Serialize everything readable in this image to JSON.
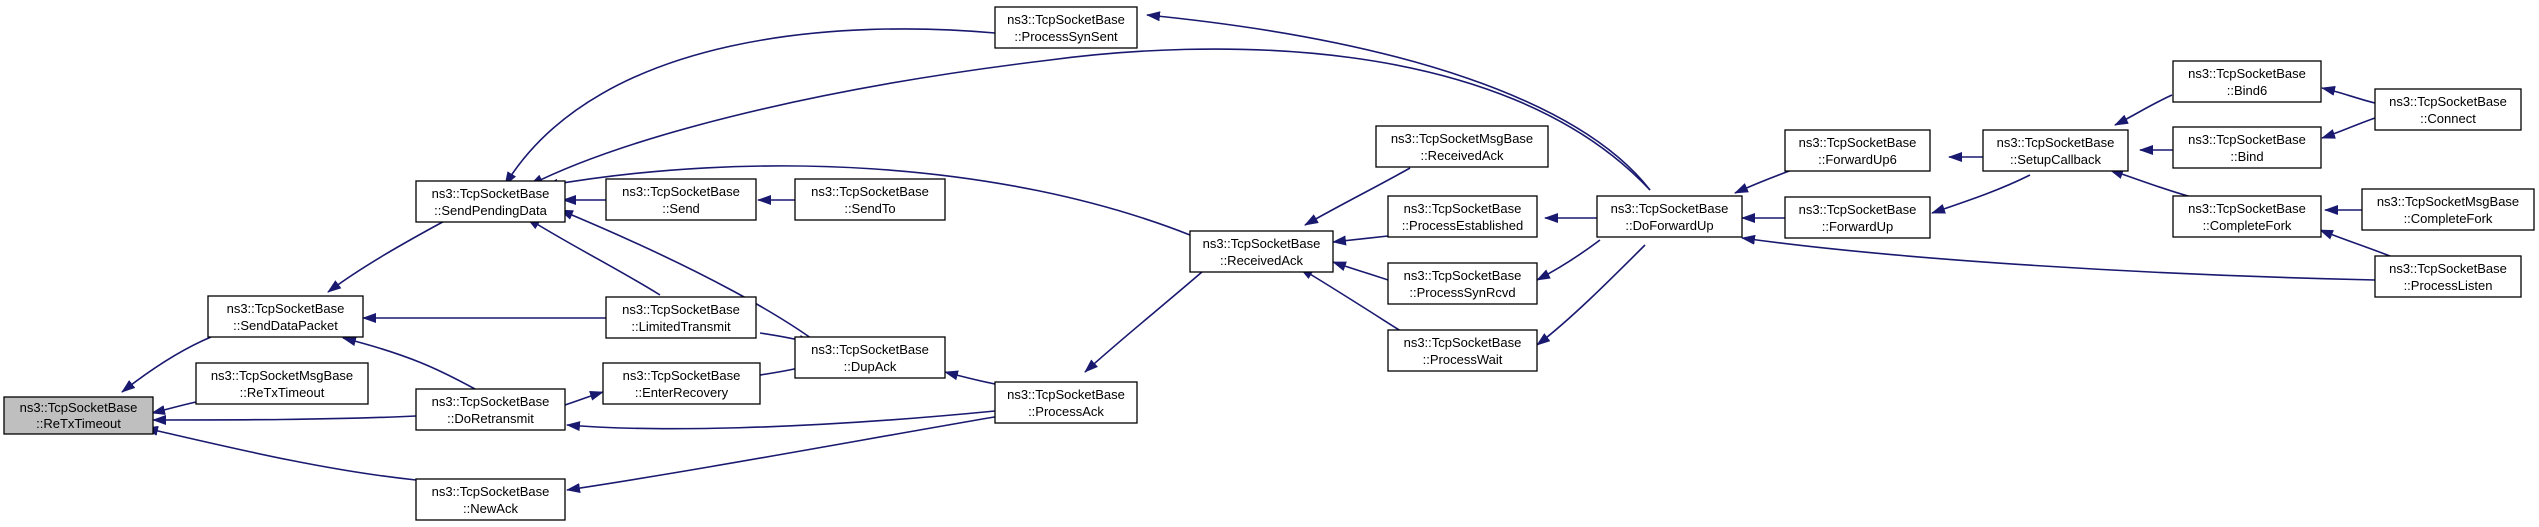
{
  "graph": {
    "edge_color": "#191970",
    "highlight_color": "#bfbfbf",
    "nodes": [
      {
        "id": "retx",
        "lines": [
          "ns3::TcpSocketBase",
          "::ReTxTimeout"
        ],
        "highlight": true
      },
      {
        "id": "senddata",
        "lines": [
          "ns3::TcpSocketBase",
          "::SendDataPacket"
        ]
      },
      {
        "id": "msgretx",
        "lines": [
          "ns3::TcpSocketMsgBase",
          "::ReTxTimeout"
        ]
      },
      {
        "id": "doretx",
        "lines": [
          "ns3::TcpSocketBase",
          "::DoRetransmit"
        ]
      },
      {
        "id": "newack",
        "lines": [
          "ns3::TcpSocketBase",
          "::NewAck"
        ]
      },
      {
        "id": "sendpending",
        "lines": [
          "ns3::TcpSocketBase",
          "::SendPendingData"
        ]
      },
      {
        "id": "send",
        "lines": [
          "ns3::TcpSocketBase",
          "::Send"
        ]
      },
      {
        "id": "sendto",
        "lines": [
          "ns3::TcpSocketBase",
          "::SendTo"
        ]
      },
      {
        "id": "limited",
        "lines": [
          "ns3::TcpSocketBase",
          "::LimitedTransmit"
        ]
      },
      {
        "id": "enterrec",
        "lines": [
          "ns3::TcpSocketBase",
          "::EnterRecovery"
        ]
      },
      {
        "id": "dupack",
        "lines": [
          "ns3::TcpSocketBase",
          "::DupAck"
        ]
      },
      {
        "id": "processack",
        "lines": [
          "ns3::TcpSocketBase",
          "::ProcessAck"
        ]
      },
      {
        "id": "synsent",
        "lines": [
          "ns3::TcpSocketBase",
          "::ProcessSynSent"
        ]
      },
      {
        "id": "recvack",
        "lines": [
          "ns3::TcpSocketBase",
          "::ReceivedAck"
        ]
      },
      {
        "id": "msgrecvack",
        "lines": [
          "ns3::TcpSocketMsgBase",
          "::ReceivedAck"
        ]
      },
      {
        "id": "established",
        "lines": [
          "ns3::TcpSocketBase",
          "::ProcessEstablished"
        ]
      },
      {
        "id": "synrcvd",
        "lines": [
          "ns3::TcpSocketBase",
          "::ProcessSynRcvd"
        ]
      },
      {
        "id": "wait",
        "lines": [
          "ns3::TcpSocketBase",
          "::ProcessWait"
        ]
      },
      {
        "id": "doforward",
        "lines": [
          "ns3::TcpSocketBase",
          "::DoForwardUp"
        ]
      },
      {
        "id": "forwardup6",
        "lines": [
          "ns3::TcpSocketBase",
          "::ForwardUp6"
        ]
      },
      {
        "id": "forwardup",
        "lines": [
          "ns3::TcpSocketBase",
          "::ForwardUp"
        ]
      },
      {
        "id": "setupcb",
        "lines": [
          "ns3::TcpSocketBase",
          "::SetupCallback"
        ]
      },
      {
        "id": "bind6",
        "lines": [
          "ns3::TcpSocketBase",
          "::Bind6"
        ]
      },
      {
        "id": "bind",
        "lines": [
          "ns3::TcpSocketBase",
          "::Bind"
        ]
      },
      {
        "id": "completefork",
        "lines": [
          "ns3::TcpSocketBase",
          "::CompleteFork"
        ]
      },
      {
        "id": "connect",
        "lines": [
          "ns3::TcpSocketBase",
          "::Connect"
        ]
      },
      {
        "id": "msgcomplete",
        "lines": [
          "ns3::TcpSocketMsgBase",
          "::CompleteFork"
        ]
      },
      {
        "id": "listen",
        "lines": [
          "ns3::TcpSocketBase",
          "::ProcessListen"
        ]
      }
    ]
  }
}
